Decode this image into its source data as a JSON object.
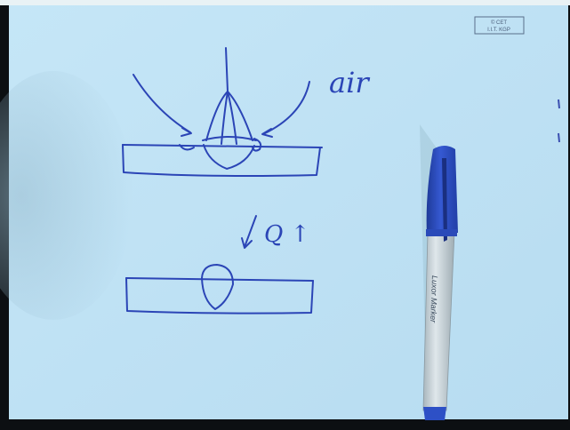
{
  "stamp": {
    "line1": "© CET",
    "line2": "I.I.T. KGP"
  },
  "annotations": {
    "air": "air",
    "heat": "Q ↑"
  },
  "pen": {
    "brand_text": "Luxor Marker"
  },
  "colors": {
    "paper": "#bfe1f4",
    "ink": "#2b45b6",
    "pen_cap": "#2d50c6",
    "pen_barrel": "#c6d2d8",
    "background": "#0c0f12"
  }
}
